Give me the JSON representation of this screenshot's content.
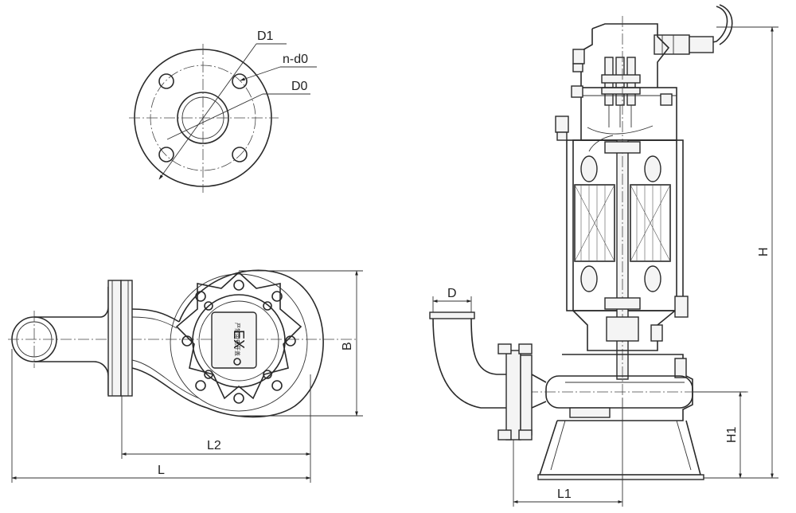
{
  "labels": {
    "D1": "D1",
    "nd0": "n-d0",
    "D0": "D0",
    "B": "B",
    "L2": "L2",
    "L": "L",
    "D": "D",
    "H": "H",
    "H1": "H1",
    "L1": "L1"
  },
  "nameplate": {
    "ex": "EX",
    "cn": "严禁带电开盖"
  }
}
